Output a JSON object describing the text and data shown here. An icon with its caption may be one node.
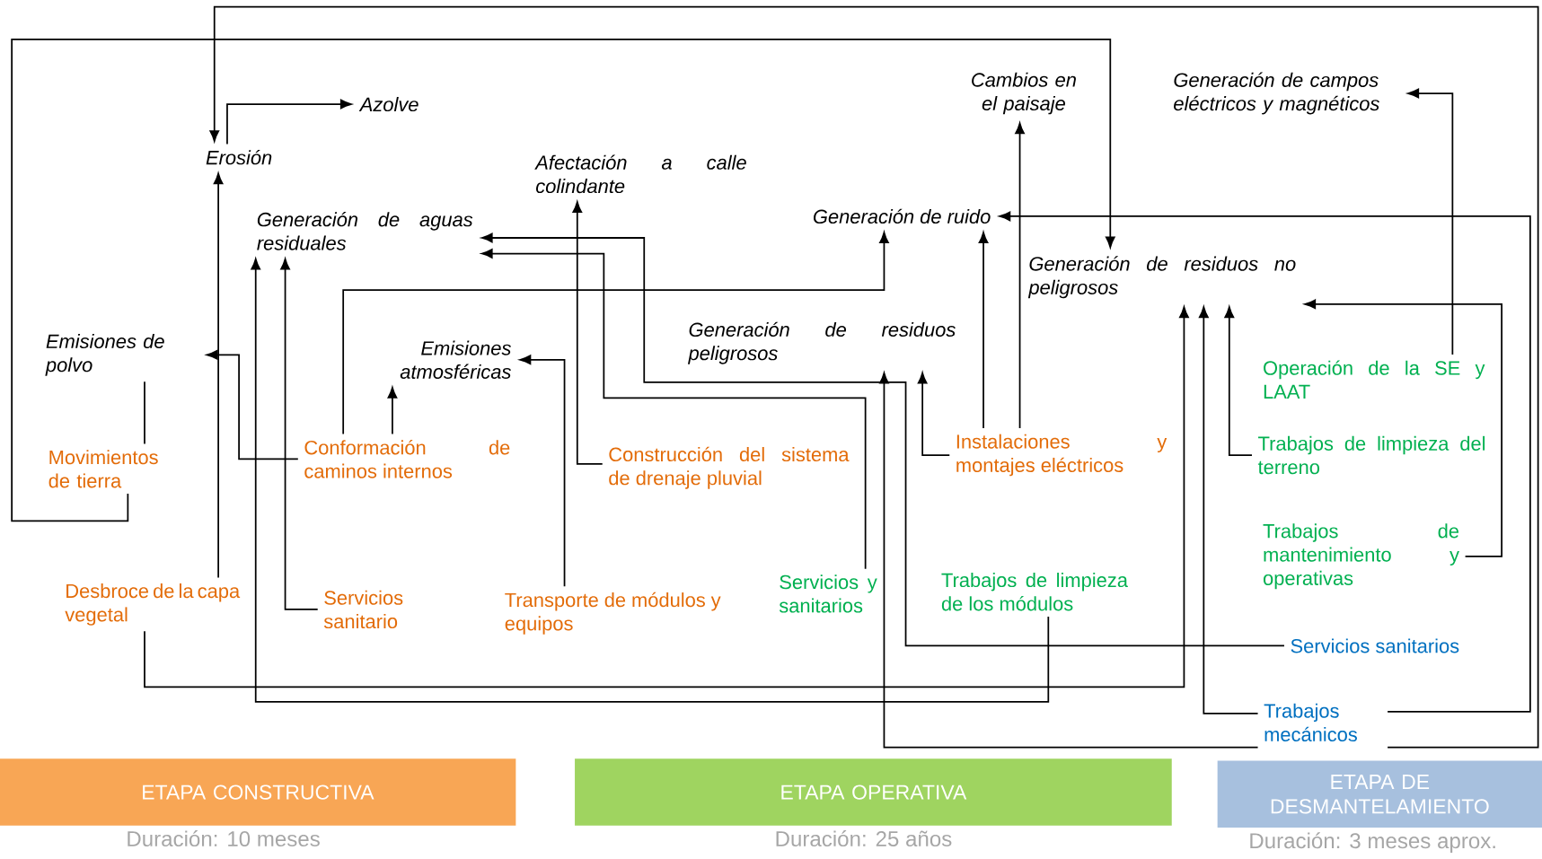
{
  "diagram": {
    "nodes": [
      {
        "text": [
          "Azolve"
        ]
      },
      {
        "text": [
          "Erosión"
        ]
      },
      {
        "text": [
          "Afectación a calle colindante"
        ]
      },
      {
        "text": [
          "Generación de aguas residuales"
        ]
      },
      {
        "text": [
          "Emisiones de polvo"
        ]
      },
      {
        "text": [
          "Emisiones atmosféricas"
        ]
      },
      {
        "text": [
          "Cambios en el paisaje"
        ]
      },
      {
        "text": [
          "Generación de campos eléctricos y magnéticos"
        ]
      },
      {
        "text": [
          "Generación de ruido"
        ]
      },
      {
        "text": [
          "Generación de residuos no peligrosos"
        ]
      },
      {
        "text": [
          "Generación de residuos peligrosos"
        ]
      },
      {
        "text": [
          "Movimientos de tierra"
        ]
      },
      {
        "text": [
          "Conformación de caminos internos"
        ]
      },
      {
        "text": [
          "Construcción del sistema de drenaje pluvial"
        ]
      },
      {
        "text": [
          "Instalaciones y montajes eléctricos"
        ]
      },
      {
        "text": [
          "Desbroce de la capa vegetal"
        ]
      },
      {
        "text": [
          "Servicios sanitario"
        ]
      },
      {
        "text": [
          "Transporte de módulos y equipos"
        ]
      },
      {
        "text": [
          "Operación de la SE y LAAT"
        ]
      },
      {
        "text": [
          "Trabajos de limpieza del terreno"
        ]
      },
      {
        "text": [
          "Trabajos de mantenimiento y operativas"
        ]
      },
      {
        "text": [
          "Servicios y sanitarios"
        ]
      },
      {
        "text": [
          "Trabajos de limpieza de los módulos"
        ]
      },
      {
        "text": [
          "Servicios sanitarios"
        ]
      },
      {
        "text": [
          "Trabajos mecánicos"
        ]
      },
      {
        "text": [
          "ETAPA CONSTRUCTIVA"
        ],
        "beside": [
          "Duración: 10 meses"
        ]
      },
      {
        "text": [
          "ETAPA OPERATIVA"
        ],
        "beside": [
          "Duración: 25 años"
        ]
      },
      {
        "text": [
          "ETAPA DE DESMANTELAMIENTO"
        ],
        "beside": [
          "Duración: 3 meses aprox."
        ]
      }
    ],
    "edges": [
      {
        "from": 1,
        "to": 0,
        "arrow": "to"
      },
      {
        "from": 24,
        "to": 1,
        "arrow": "to"
      },
      {
        "from": 24,
        "to": 10,
        "arrow": "to"
      },
      {
        "from": 24,
        "to": 9,
        "arrow": "to"
      },
      {
        "from": 24,
        "to": 8,
        "arrow": "to"
      },
      {
        "from": 11,
        "to": 9,
        "arrow": "to"
      },
      {
        "from": 11,
        "to": 4,
        "arrow": "none"
      },
      {
        "from": 12,
        "to": 4,
        "arrow": "to"
      },
      {
        "from": 12,
        "to": 5,
        "arrow": "to"
      },
      {
        "from": 12,
        "to": 8,
        "arrow": "to"
      },
      {
        "from": 15,
        "to": 1,
        "arrow": "to"
      },
      {
        "from": 15,
        "to": 9,
        "arrow": "to"
      },
      {
        "from": 16,
        "to": 3,
        "arrow": "to"
      },
      {
        "from": 22,
        "to": 3,
        "arrow": "to"
      },
      {
        "from": 23,
        "to": 3,
        "arrow": "to"
      },
      {
        "from": 21,
        "to": 3,
        "arrow": "to"
      },
      {
        "from": 13,
        "to": 2,
        "arrow": "to"
      },
      {
        "from": 17,
        "to": 5,
        "arrow": "to"
      },
      {
        "from": 14,
        "to": 10,
        "arrow": "to"
      },
      {
        "from": 14,
        "to": 8,
        "arrow": "to"
      },
      {
        "from": 14,
        "to": 6,
        "arrow": "to"
      },
      {
        "from": 19,
        "to": 9,
        "arrow": "to"
      },
      {
        "from": 18,
        "to": 7,
        "arrow": "to"
      },
      {
        "from": 20,
        "to": 9,
        "arrow": "to"
      }
    ]
  }
}
